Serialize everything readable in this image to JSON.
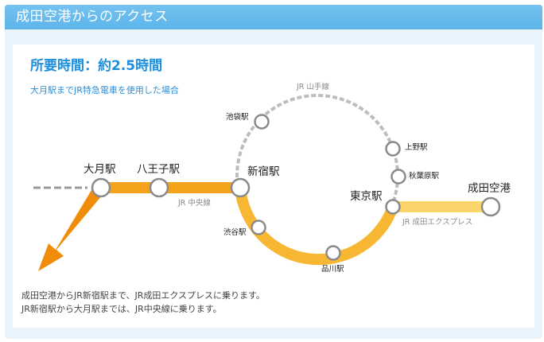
{
  "header": {
    "title": "成田空港からのアクセス"
  },
  "summary": {
    "title": "所要時間：約2.5時間",
    "subtitle": "大月駅までJR特急電車を使用した場合"
  },
  "map": {
    "lines": {
      "yamanote": "JR 山手線",
      "chuo": "JR 中央線",
      "narita_express": "JR 成田エクスプレス"
    },
    "stations": {
      "otsuki": "大月駅",
      "hachioji": "八王子駅",
      "shinjuku": "新宿駅",
      "ikebukuro": "池袋駅",
      "ueno": "上野駅",
      "akihabara": "秋葉原駅",
      "tokyo": "東京駅",
      "shibuya": "渋谷駅",
      "shinagawa": "品川駅",
      "narita_airport": "成田空港"
    },
    "colors": {
      "chuo": "#f3a21a",
      "route_ring": "#f8b733",
      "narita_express": "#fcd56a",
      "yamanote": "#bdbdbd",
      "station_fill": "#ffffff",
      "station_stroke": "#8a8a8a"
    }
  },
  "notes": [
    "成田空港からJR新宿駅まで、JR成田エクスプレスに乗ります。",
    "JR新宿駅から大月駅までは、JR中央線に乗ります。"
  ]
}
